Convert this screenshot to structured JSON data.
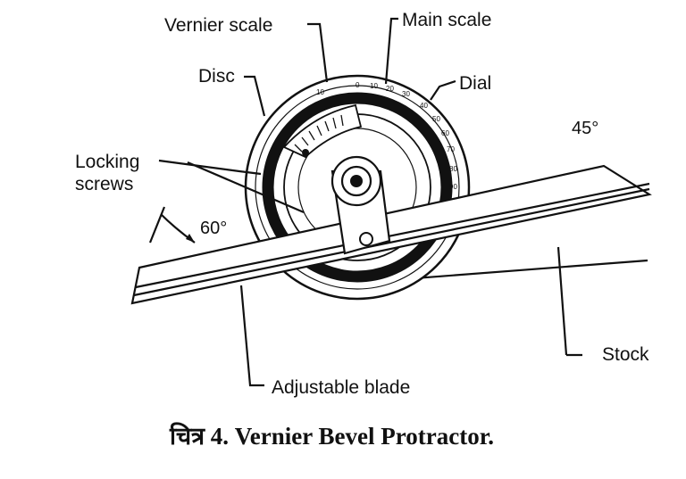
{
  "labels": {
    "vernier_scale": "Vernier scale",
    "main_scale": "Main scale",
    "disc": "Disc",
    "dial": "Dial",
    "locking_screws_line1": "Locking",
    "locking_screws_line2": "screws",
    "stock": "Stock",
    "adjustable_blade": "Adjustable blade"
  },
  "angles": {
    "blade_angle": "60°",
    "stock_angle": "45°"
  },
  "caption": "चित्र 4. Vernier Bevel Protractor.",
  "scale_ticks": [
    "10",
    "0",
    "10",
    "20",
    "30",
    "40",
    "50",
    "60",
    "70",
    "80",
    "90"
  ]
}
